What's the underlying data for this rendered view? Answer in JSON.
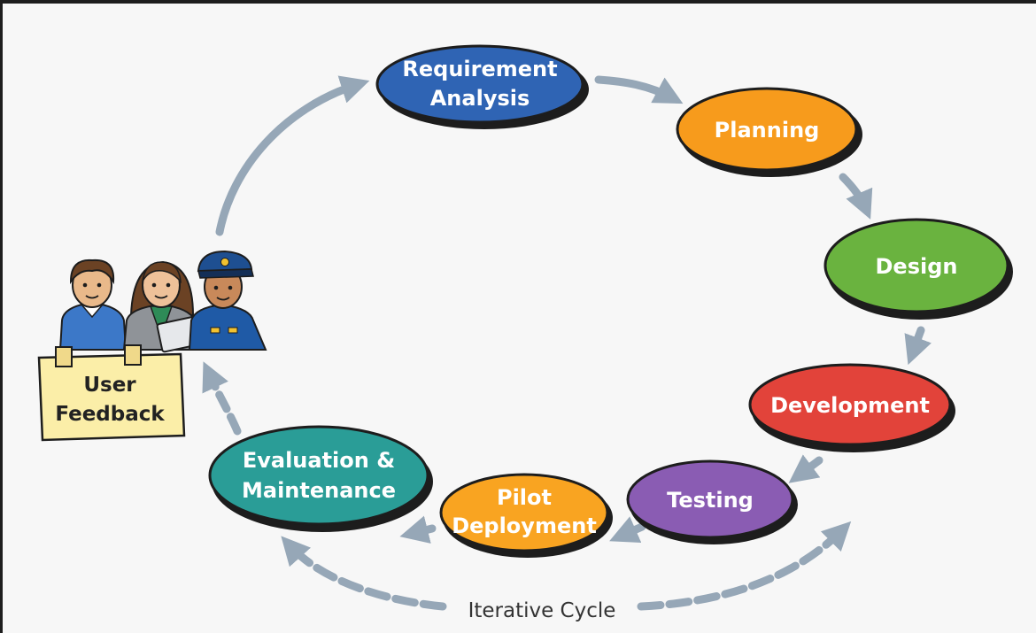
{
  "stages": {
    "requirement_analysis": {
      "line1": "Requirement",
      "line2": "Analysis",
      "color": "#2f64b4"
    },
    "planning": {
      "label": "Planning",
      "color": "#f79b1c"
    },
    "design": {
      "label": "Design",
      "color": "#6ab33f"
    },
    "development": {
      "label": "Development",
      "color": "#e2433a"
    },
    "testing": {
      "label": "Testing",
      "color": "#8a5cb3"
    },
    "pilot_deployment": {
      "line1": "Pilot",
      "line2": "Deployment",
      "color": "#f9a421"
    },
    "evaluation": {
      "line1": "Evaluation &",
      "line2": "Maintenance",
      "color": "#2a9d97"
    }
  },
  "feedback_note": {
    "line1": "User",
    "line2": "Feedback",
    "color": "#fbeea8"
  },
  "cycle_caption": "Iterative Cycle",
  "colors": {
    "arrow": "#96a7b7",
    "outline": "#1d1d1d",
    "background": "#f7f7f7"
  },
  "icons": [
    "user-group-icon",
    "cycle-arrow-icon"
  ]
}
